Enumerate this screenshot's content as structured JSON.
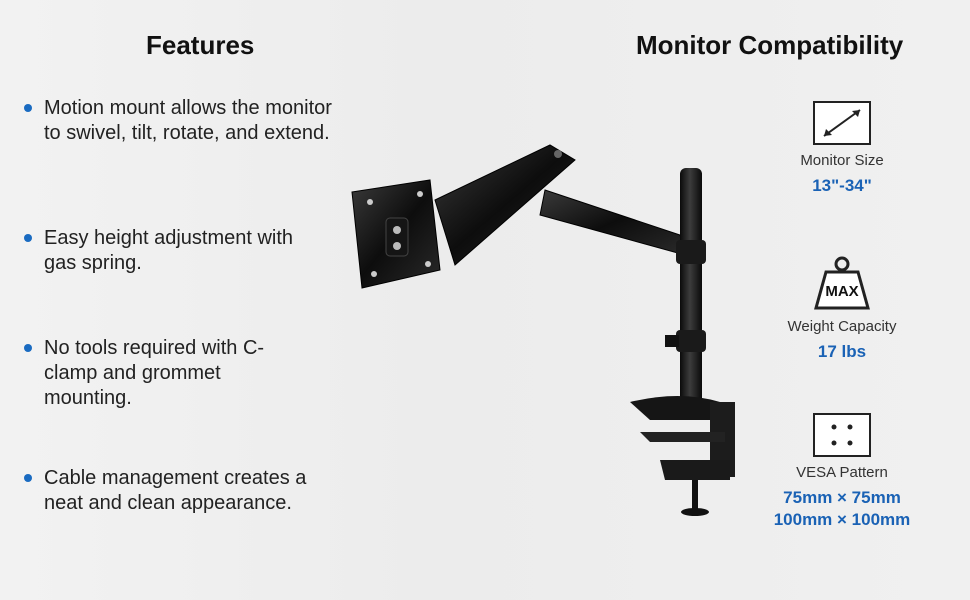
{
  "features": {
    "title": "Features",
    "items": [
      "Motion mount allows the monitor to swivel, tilt, rotate, and extend.",
      "Easy height adjustment with gas spring.",
      "No tools required with C-clamp and grommet mounting.",
      "Cable management creates a neat and clean appearance."
    ]
  },
  "compatibility": {
    "title": "Monitor Compatibility",
    "size": {
      "label": "Monitor Size",
      "value": "13\"-34\""
    },
    "weight": {
      "label": "Weight Capacity",
      "value": "17 lbs",
      "icon_text": "MAX"
    },
    "vesa": {
      "label": "VESA Pattern",
      "value1": "75mm × 75mm",
      "value2": "100mm × 100mm"
    }
  },
  "colors": {
    "accent": "#1a62b5",
    "bullet": "#1a6bc1",
    "mount": "#111111"
  },
  "icons": [
    "diagonal-arrow-icon",
    "weight-icon",
    "vesa-pattern-icon",
    "monitor-mount-product-image"
  ]
}
